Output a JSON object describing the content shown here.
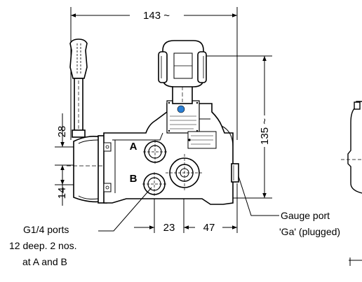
{
  "dimensions": {
    "width_top": "143 ~",
    "height_right": "135 ~",
    "left_upper": "28",
    "left_lower": "14",
    "bottom_left": "23",
    "bottom_right": "47"
  },
  "ports": {
    "a_label": "A",
    "b_label": "B"
  },
  "callouts": {
    "gauge_line1": "Gauge port",
    "gauge_line2": "'Ga' (plugged)",
    "g14_line1": "G1/4 ports",
    "g14_line2": "12 deep. 2 nos.",
    "g14_line3": "at A and B"
  },
  "colors": {
    "line": "#000000",
    "logo": "#2a7fd4"
  }
}
